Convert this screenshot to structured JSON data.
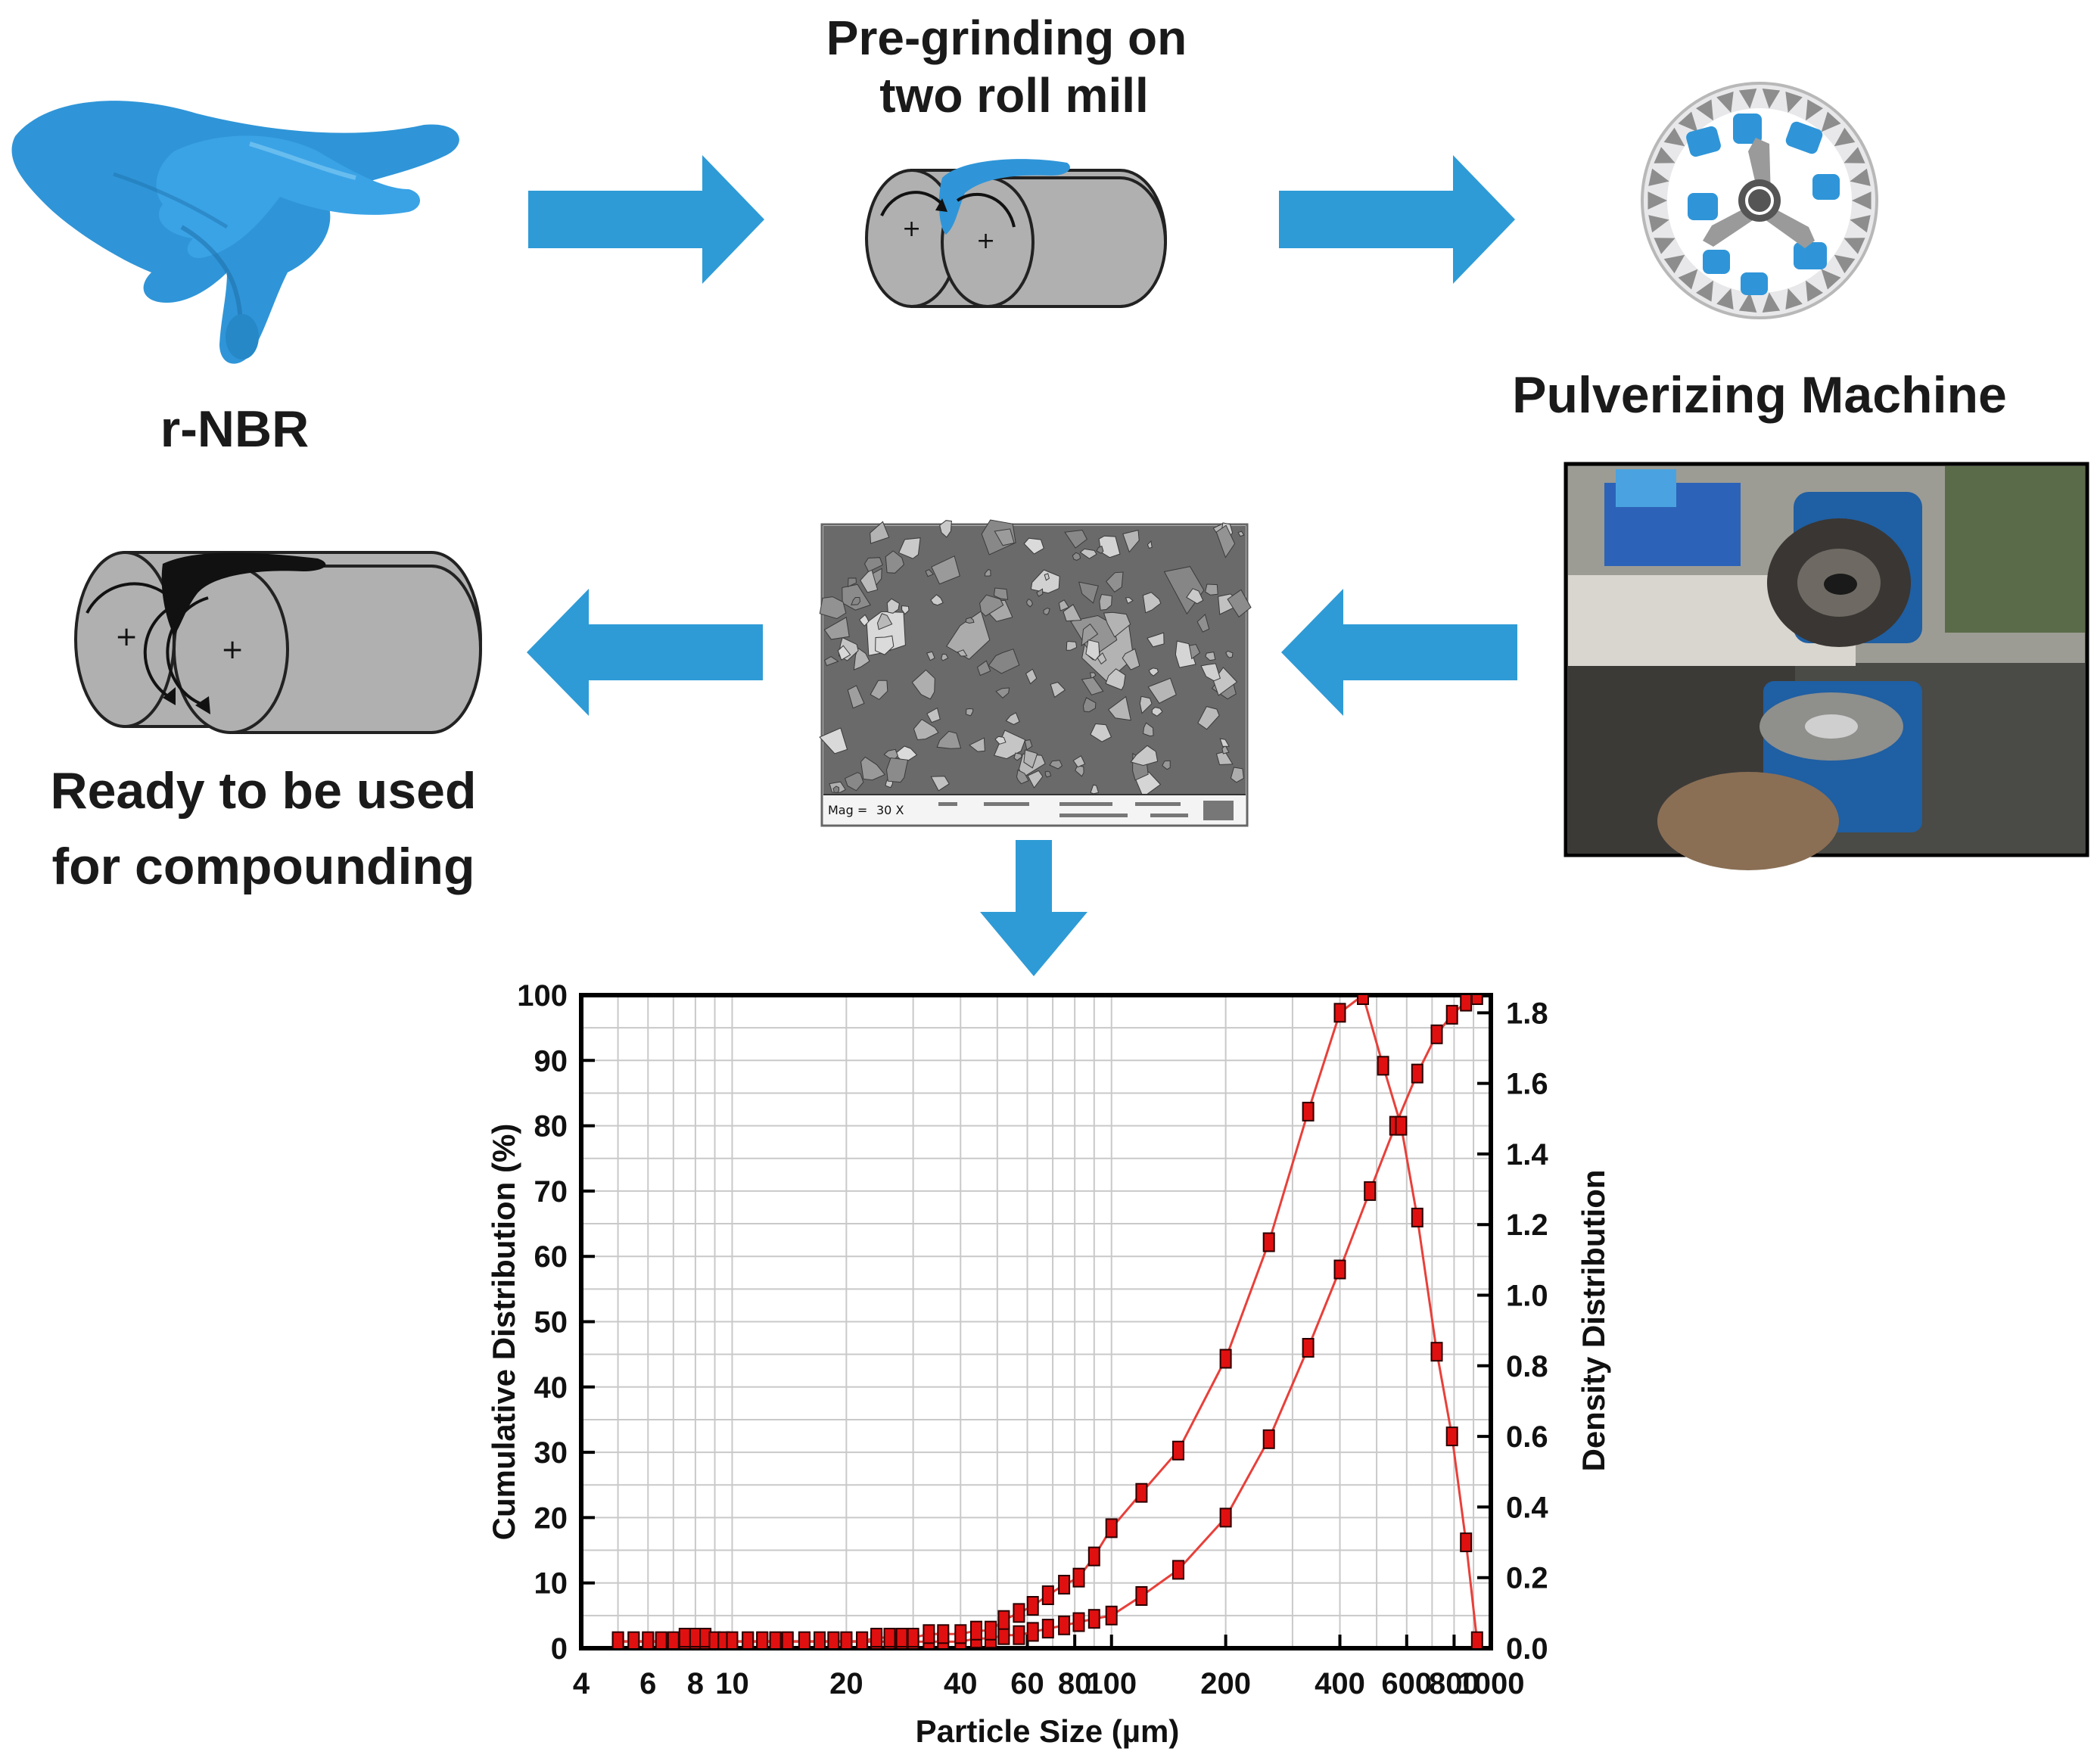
{
  "labels": {
    "rnbr": "r-NBR",
    "pregrind_line1": "Pre-grinding on",
    "pregrind_line2": "two roll mill",
    "pulverizer": "Pulverizing Machine",
    "ready_line1": "Ready to be used",
    "ready_line2": "for compounding"
  },
  "sem": {
    "mag": "Mag =",
    "mag_value": "30 X"
  },
  "colors": {
    "arrow": "#2e9bd6",
    "glove": "#2f95d8",
    "roll": "#b0b0b0",
    "curve": "#e8403a",
    "marker": "#e01010"
  },
  "chart_data": {
    "type": "scatter",
    "xscale": "log",
    "xlim": [
      4,
      1000
    ],
    "xlabel": "Particle Size (µm)",
    "ylabel": "Cumulative Distribution (%)",
    "y2label": "Density Distribution",
    "ylim": [
      0,
      100
    ],
    "y2lim": [
      0,
      1.85
    ],
    "x_ticks": [
      "4",
      "6",
      "8",
      "10",
      "20",
      "40",
      "60",
      "80",
      "100",
      "200",
      "400",
      "600",
      "800",
      "1000"
    ],
    "y_ticks": [
      "0",
      "10",
      "20",
      "30",
      "40",
      "50",
      "60",
      "70",
      "80",
      "90",
      "100"
    ],
    "y2_ticks": [
      "0.0",
      "0.2",
      "0.4",
      "0.6",
      "0.8",
      "1.0",
      "1.2",
      "1.4",
      "1.6",
      "1.8"
    ],
    "grid": true,
    "series": [
      {
        "axis": "left",
        "x": [
          5,
          5.5,
          6,
          6.5,
          7,
          7.5,
          8,
          8.5,
          9,
          9.5,
          10,
          11,
          12,
          13,
          14,
          15.5,
          17,
          18.5,
          20,
          22,
          24,
          26,
          28,
          30,
          33,
          36,
          40,
          44,
          48,
          52,
          57,
          62,
          68,
          75,
          82,
          90,
          100,
          120,
          150,
          200,
          260,
          330,
          400,
          480,
          560,
          640,
          720,
          790,
          860,
          920
        ],
        "y": [
          1,
          1,
          1,
          1,
          1,
          1,
          1,
          1,
          1,
          1,
          1,
          1,
          1,
          1,
          1,
          1,
          1,
          1,
          1,
          1,
          1,
          1,
          1,
          1,
          1,
          1,
          1,
          1.5,
          1.5,
          2,
          2,
          2.5,
          3,
          3.5,
          4,
          4.5,
          5,
          8,
          12,
          20,
          32,
          46,
          58,
          70,
          80,
          88,
          94,
          97,
          99,
          100
        ]
      },
      {
        "axis": "right",
        "x": [
          5,
          5.5,
          6,
          6.5,
          7,
          7.5,
          8,
          8.5,
          9,
          9.5,
          10,
          11,
          12,
          13,
          14,
          15.5,
          17,
          18.5,
          20,
          22,
          24,
          26,
          28,
          30,
          33,
          36,
          40,
          44,
          48,
          52,
          57,
          62,
          68,
          75,
          82,
          90,
          100,
          120,
          150,
          200,
          260,
          330,
          400,
          460,
          520,
          580,
          640,
          720,
          790,
          860,
          920
        ],
        "y": [
          0.02,
          0.02,
          0.02,
          0.02,
          0.02,
          0.03,
          0.03,
          0.03,
          0.02,
          0.02,
          0.02,
          0.02,
          0.02,
          0.02,
          0.02,
          0.02,
          0.02,
          0.02,
          0.02,
          0.02,
          0.03,
          0.03,
          0.03,
          0.03,
          0.04,
          0.04,
          0.04,
          0.05,
          0.05,
          0.08,
          0.1,
          0.12,
          0.15,
          0.18,
          0.2,
          0.26,
          0.34,
          0.44,
          0.56,
          0.82,
          1.15,
          1.52,
          1.8,
          1.85,
          1.65,
          1.48,
          1.22,
          0.84,
          0.6,
          0.3,
          0.02
        ]
      }
    ]
  }
}
